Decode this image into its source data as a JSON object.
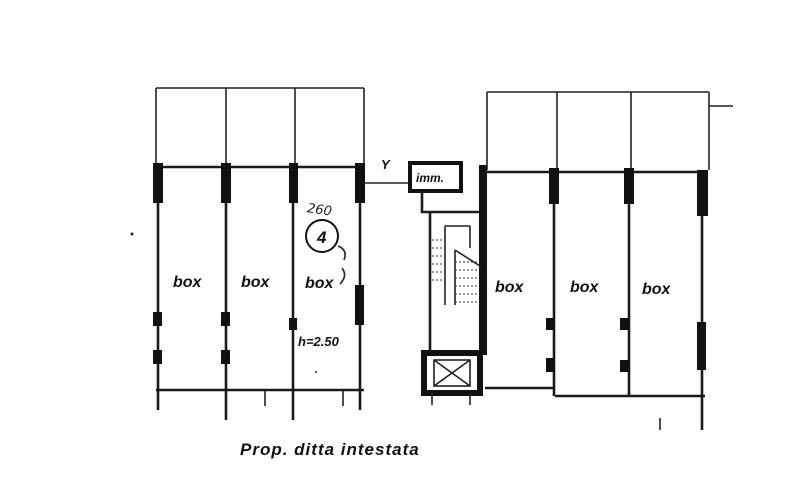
{
  "plan": {
    "units_left": [
      "box",
      "box",
      "box"
    ],
    "units_right": [
      "box",
      "box",
      "box"
    ],
    "elevator_label": "imm.",
    "unit_number": "4",
    "height_note": "h=2.50",
    "handwritten_note": "260",
    "caption": "Prop. ditta intestata",
    "marker": "Y"
  }
}
